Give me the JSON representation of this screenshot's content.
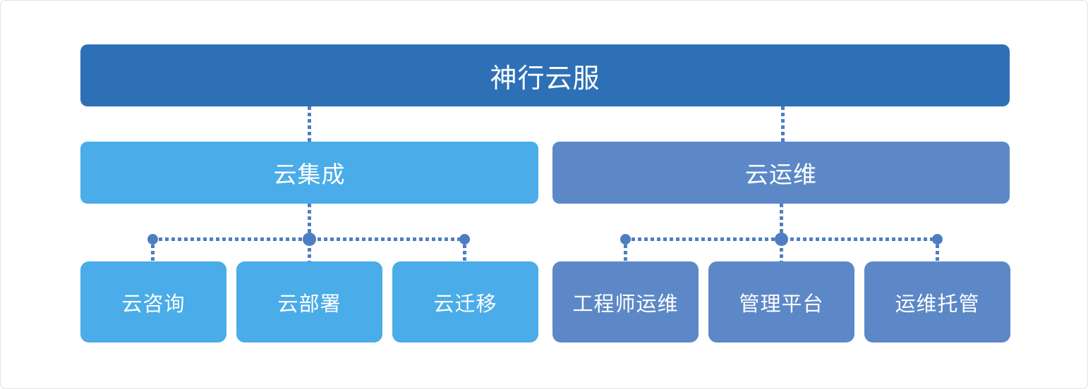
{
  "diagram": {
    "root": {
      "label": "神行云服"
    },
    "branches": [
      {
        "label": "云集成",
        "children": [
          {
            "label": "云咨询"
          },
          {
            "label": "云部署"
          },
          {
            "label": "云迁移"
          }
        ]
      },
      {
        "label": "云运维",
        "children": [
          {
            "label": "工程师运维"
          },
          {
            "label": "管理平台"
          },
          {
            "label": "运维托管"
          }
        ]
      }
    ]
  },
  "colors": {
    "root_fill": "#2E70B6",
    "integration_fill": "#4AACE8",
    "operations_fill": "#5C88C7",
    "connector": "#4E7EC2",
    "connector_top_dot": "#7FA5D8",
    "text": "#FFFFFF",
    "canvas_border": "#E2E2E2",
    "background": "#FFFFFF"
  }
}
